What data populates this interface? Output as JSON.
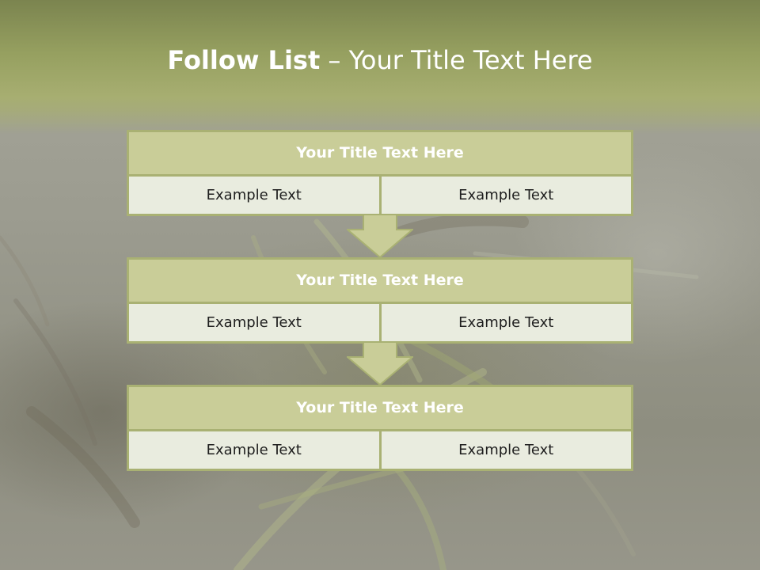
{
  "slide": {
    "title_bold": "Follow List",
    "title_rest": " – Your Title Text Here",
    "colors": {
      "header_band": "#96a060",
      "box_header": "#c9cd98",
      "box_border": "#a9b173",
      "box_body": "#e9ecdf",
      "arrow_fill": "#c9cd98"
    }
  },
  "steps": [
    {
      "title": "Your Title Text Here",
      "left": "Example Text",
      "right": "Example Text"
    },
    {
      "title": "Your Title Text Here",
      "left": "Example Text",
      "right": "Example Text"
    },
    {
      "title": "Your Title Text Here",
      "left": "Example Text",
      "right": "Example Text"
    }
  ],
  "connectors": [
    {
      "icon": "down-arrow-icon"
    },
    {
      "icon": "down-arrow-icon"
    }
  ]
}
